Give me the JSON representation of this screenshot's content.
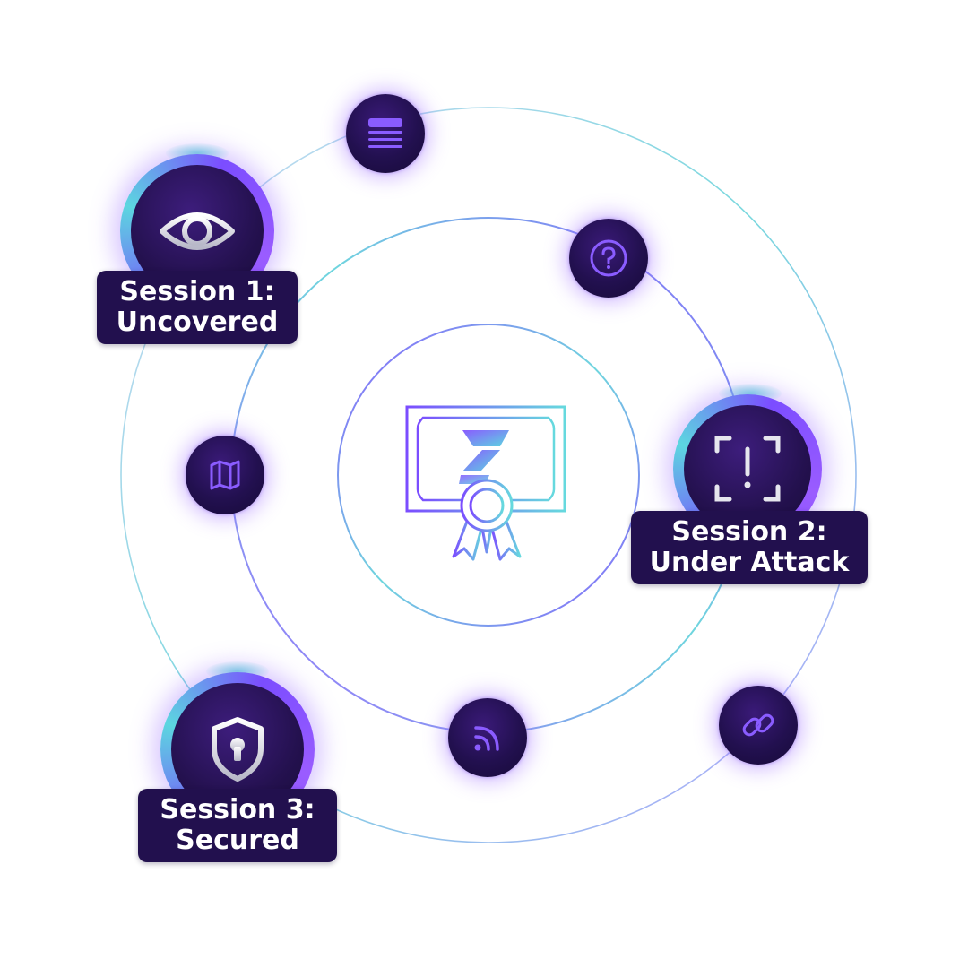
{
  "center": {
    "icon": "certificate-icon"
  },
  "sessions": [
    {
      "id": "s1",
      "line1": "Session 1:",
      "line2": "Uncovered",
      "icon": "eye-icon"
    },
    {
      "id": "s2",
      "line1": "Session 2:",
      "line2": "Under Attack",
      "icon": "alert-scan-icon"
    },
    {
      "id": "s3",
      "line1": "Session 3:",
      "line2": "Secured",
      "icon": "shield-lock-icon"
    }
  ],
  "nodes": [
    {
      "icon": "list-icon"
    },
    {
      "icon": "question-icon"
    },
    {
      "icon": "map-icon"
    },
    {
      "icon": "rss-icon"
    },
    {
      "icon": "link-icon"
    }
  ],
  "colors": {
    "accent_purple": "#7b4dff",
    "accent_cyan": "#5cd6e0",
    "badge_bg": "#22104e",
    "label_text": "#ffffff"
  }
}
